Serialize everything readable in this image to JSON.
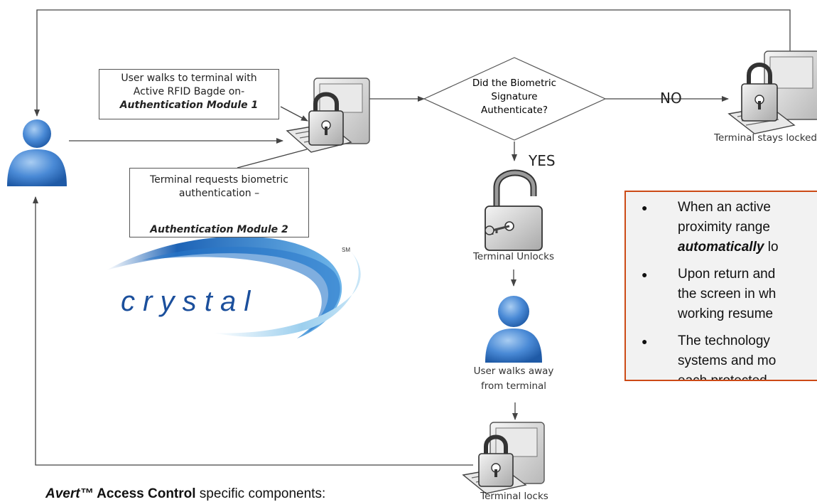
{
  "boxes": {
    "module1": {
      "line1": "User walks to terminal with",
      "line2": "Active RFID Bagde on-",
      "line3": "Authentication Module 1"
    },
    "module2": {
      "line1": "Terminal requests biometric",
      "line2": "authentication –",
      "line3": "Authentication Module 2"
    }
  },
  "decision": {
    "line1": "Did the Biometric",
    "line2": "Signature",
    "line3": "Authenticate?",
    "no_label": "NO",
    "yes_label": "YES"
  },
  "captions": {
    "stays_locked": "Terminal stays locked",
    "unlocks": "Terminal Unlocks",
    "walks_away_1": "User walks away",
    "walks_away_2": "from terminal",
    "locks": "Terminal locks"
  },
  "logo": {
    "text": "c r y s t a l",
    "mark": "SM"
  },
  "info_panel": {
    "items": [
      {
        "line1": "When an active",
        "line2": "proximity range",
        "line3_em": "automatically",
        "line3_rest": " lo"
      },
      {
        "line1": "Upon return and",
        "line2": "the screen in wh",
        "line3": "working resume"
      },
      {
        "line1": "The technology",
        "line2": "systems and mo",
        "line3": "each protected"
      }
    ]
  },
  "bottom": {
    "brand": "Avert™",
    "product": " Access Control",
    "rest": " specific components:"
  },
  "colors": {
    "accent_border": "#cc4a16",
    "panel_bg": "#f2f2f2",
    "user_blue": "#3d7cc9"
  }
}
